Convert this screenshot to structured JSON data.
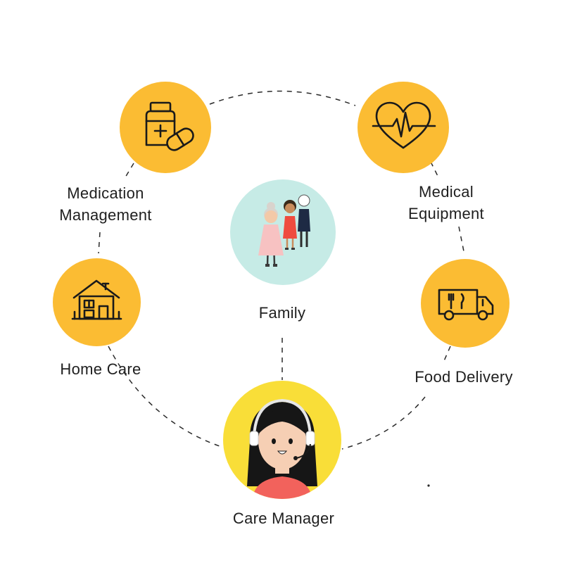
{
  "diagram": {
    "colors": {
      "node_fill": "#fbbc33",
      "family_fill": "#c6ebe6",
      "manager_fill": "#f9de38",
      "line": "#2a2a2a"
    },
    "hub": {
      "label": "Care Manager",
      "icon": "customer-support-agent-avatar"
    },
    "center": {
      "label": "Family",
      "icon": "family-group-illustration"
    },
    "services": [
      {
        "label_line1": "Medication",
        "label_line2": "Management",
        "icon": "medicine-bottle-pill-icon"
      },
      {
        "label_line1": "Medical",
        "label_line2": "Equipment",
        "icon": "heart-pulse-icon"
      },
      {
        "label": "Home Care",
        "icon": "house-icon"
      },
      {
        "label": "Food Delivery",
        "icon": "food-truck-icon"
      }
    ]
  }
}
